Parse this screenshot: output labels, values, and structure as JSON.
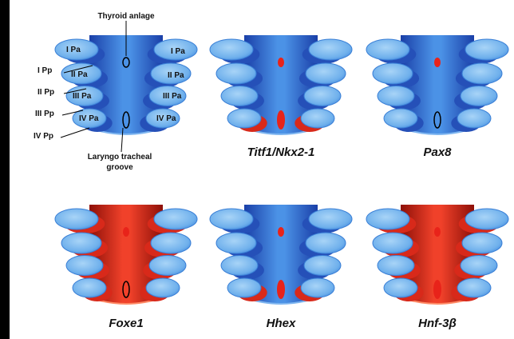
{
  "annotations": {
    "thyroid_anlage": "Thyroid anlage",
    "laryngo_line1": "Laryngo tracheal",
    "laryngo_line2": "groove",
    "left_arch": [
      "I Pa",
      "II Pa",
      "III Pa",
      "IV Pa"
    ],
    "right_arch": [
      "I Pa",
      "II Pa",
      "III Pa",
      "IV Pa"
    ],
    "pouches": [
      "I Pp",
      "II Pp",
      "III Pp",
      "IV Pp"
    ]
  },
  "panels": [
    {
      "caption": "",
      "tube": "blue",
      "anlage": "outline",
      "groove": "outline",
      "pouches": "none"
    },
    {
      "caption": "Titf1/Nkx2-1",
      "tube": "blue",
      "anlage": "red",
      "groove": "red",
      "pouches": "lower-red"
    },
    {
      "caption": "Pax8",
      "tube": "blue",
      "anlage": "red",
      "groove": "outline",
      "pouches": "none"
    },
    {
      "caption": "Foxe1",
      "tube": "red",
      "anlage": "red",
      "groove": "outline",
      "pouches": "all-red"
    },
    {
      "caption": "Hhex",
      "tube": "blue",
      "anlage": "red",
      "groove": "red",
      "pouches": "lower-red"
    },
    {
      "caption": "Hnf-3β",
      "tube": "red",
      "anlage": "red",
      "groove": "red",
      "pouches": "all-red"
    }
  ],
  "colors": {
    "blue_dark": "#1f4fbf",
    "blue_mid": "#3f86dd",
    "blue_light": "#8ec4f2",
    "red_dark": "#a3120a",
    "red_mid": "#e8321c",
    "red_light": "#ff7a55"
  }
}
